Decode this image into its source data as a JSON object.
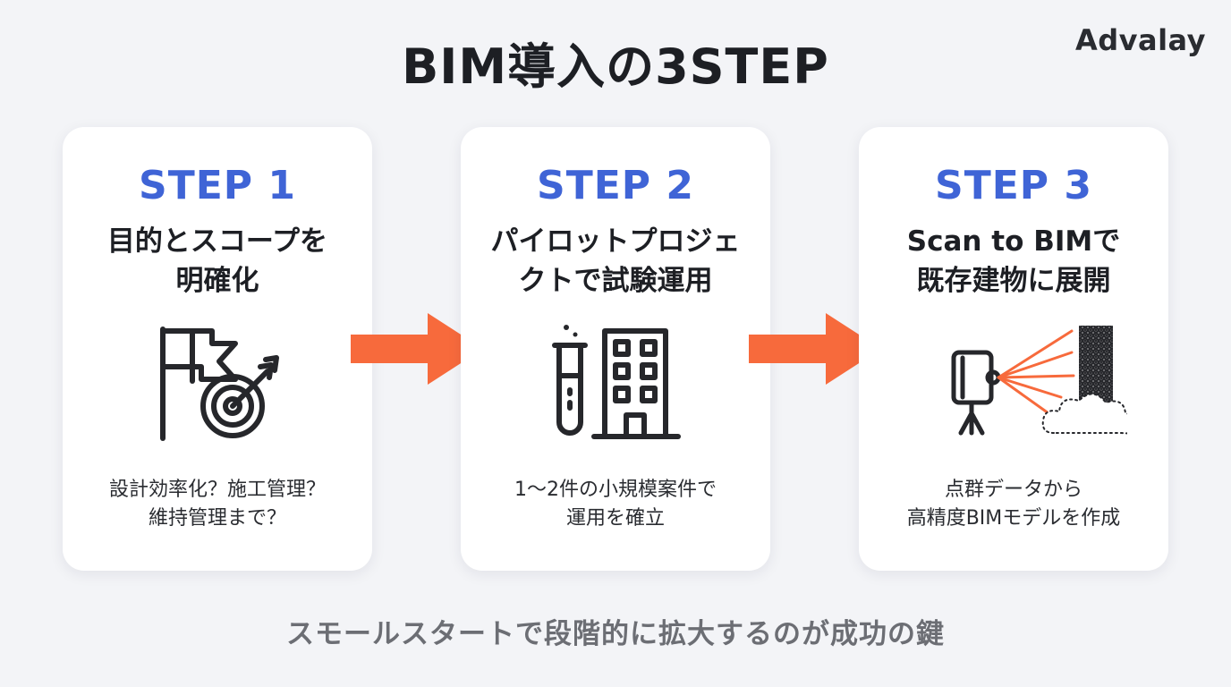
{
  "brand": "Advalay",
  "title": "BIM導入の3STEP",
  "colors": {
    "accent_blue": "#3f64d6",
    "arrow_orange": "#f76a3c",
    "background": "#f3f4f7",
    "card": "#ffffff"
  },
  "steps": [
    {
      "label": "STEP 1",
      "heading": "目的とスコープを\n明確化",
      "icon": "flag-target-icon",
      "description": "設計効率化？施工管理？\n維持管理まで？"
    },
    {
      "label": "STEP 2",
      "heading": "パイロットプロジェ\nクトで試験運用",
      "icon": "test-tube-building-icon",
      "description": "1〜2件の小規模案件で\n運用を確立"
    },
    {
      "label": "STEP 3",
      "heading": "Scan to BIMで\n既存建物に展開",
      "icon": "laser-scanner-point-cloud-icon",
      "description": "点群データから\n高精度BIMモデルを作成"
    }
  ],
  "footer": "スモールスタートで段階的に拡大するのが成功の鍵"
}
